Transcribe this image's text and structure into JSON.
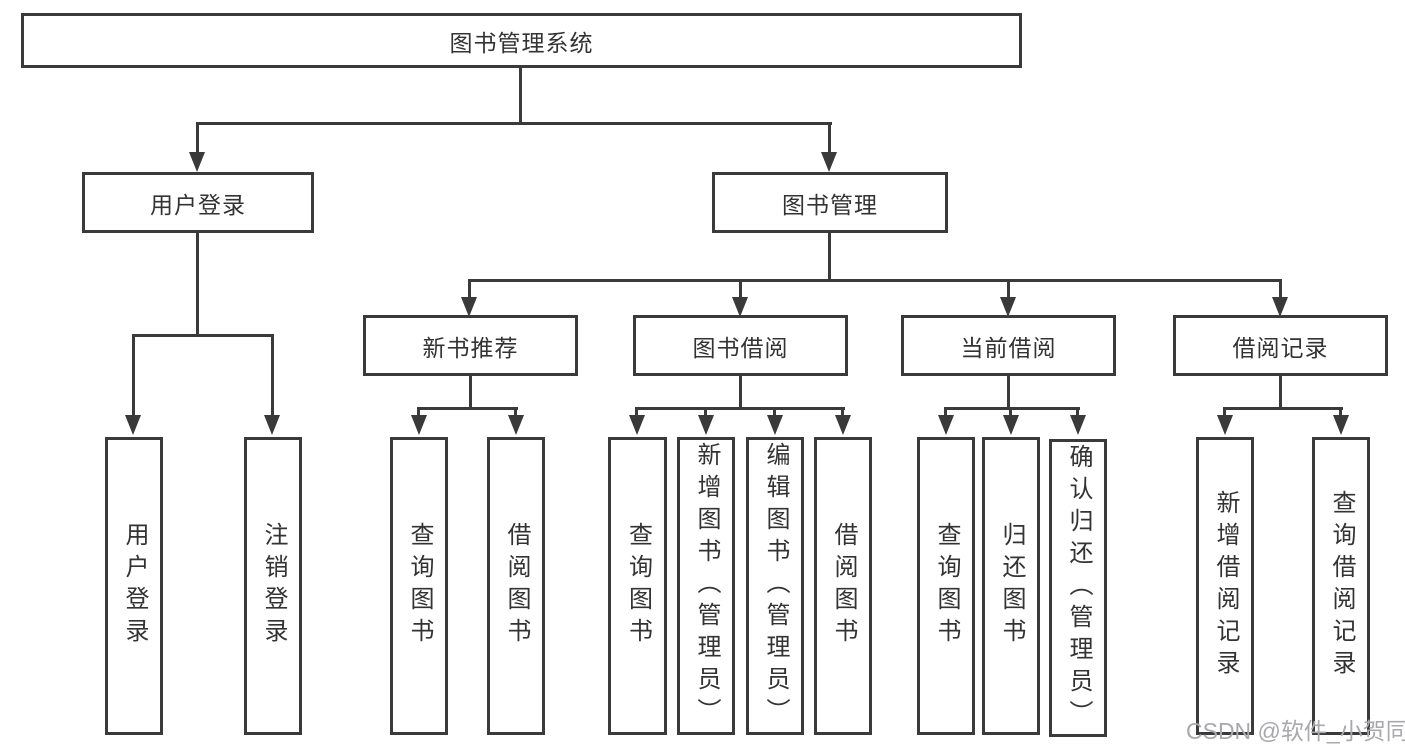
{
  "colors": {
    "line": "#3a3a3a",
    "text": "#333333",
    "background": "#ffffff",
    "watermark": "#a8a8ad"
  },
  "watermark": "CSDN @软件_小贺同学",
  "tree": {
    "label": "图书管理系统",
    "children": [
      {
        "label": "用户登录",
        "children": [
          {
            "label": "用户登录"
          },
          {
            "label": "注销登录"
          }
        ]
      },
      {
        "label": "图书管理",
        "children": [
          {
            "label": "新书推荐",
            "children": [
              {
                "label": "查询图书"
              },
              {
                "label": "借阅图书"
              }
            ]
          },
          {
            "label": "图书借阅",
            "children": [
              {
                "label": "查询图书"
              },
              {
                "label": "新增图书（管理员）"
              },
              {
                "label": "编辑图书（管理员）"
              },
              {
                "label": "借阅图书"
              }
            ]
          },
          {
            "label": "当前借阅",
            "children": [
              {
                "label": "查询图书"
              },
              {
                "label": "归还图书"
              },
              {
                "label": "确认归还（管理员）"
              }
            ]
          },
          {
            "label": "借阅记录",
            "children": [
              {
                "label": "新增借阅记录"
              },
              {
                "label": "查询借阅记录"
              }
            ]
          }
        ]
      }
    ]
  }
}
